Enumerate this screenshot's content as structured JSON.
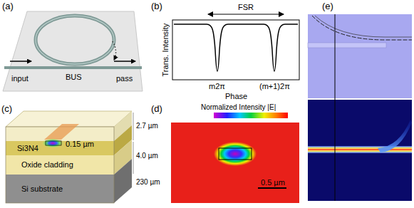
{
  "diagram": {
    "labels": [
      "(a)",
      "input",
      "BUS",
      "pass",
      "(b)",
      "FSR",
      "Trans. Intensity",
      "m2π",
      "(m+1)2π",
      "Phase",
      "(c)",
      "Si3N4",
      "0.15 µm",
      "2.7 µm",
      "Oxide cladding",
      "4.0 µm",
      "Si substrate",
      "230 µm",
      "(d)",
      "Normalized Intensity |E|",
      "0.5 µm",
      "(e)"
    ]
  }
}
